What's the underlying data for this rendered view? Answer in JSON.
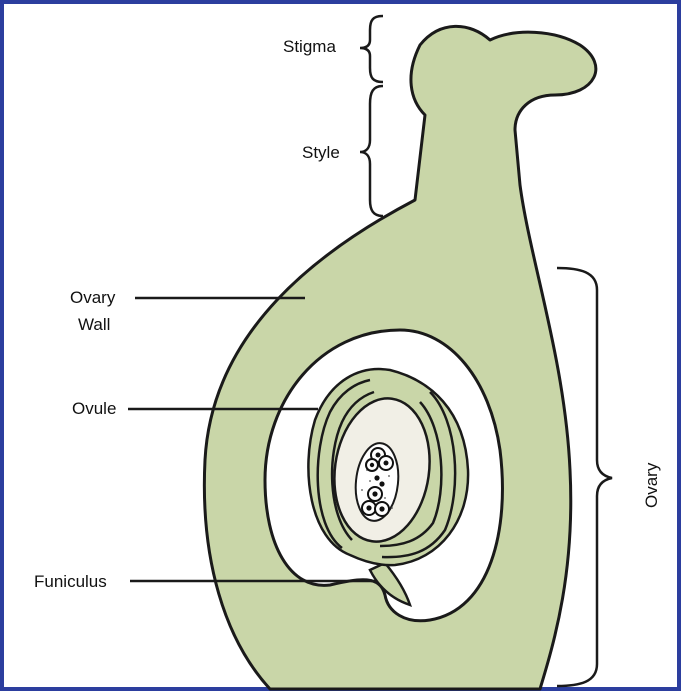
{
  "diagram": {
    "labels": {
      "stigma": "Stigma",
      "style": "Style",
      "ovary_wall_line1": "Ovary",
      "ovary_wall_line2": "Wall",
      "ovule": "Ovule",
      "funiculus": "Funiculus",
      "ovary": "Ovary"
    },
    "colors": {
      "tissue_fill": "#c9d6a8",
      "outline": "#1a1a1a",
      "cavity": "#ffffff",
      "nucellus": "#f1efe6",
      "frame": "#2c3e9e"
    }
  }
}
